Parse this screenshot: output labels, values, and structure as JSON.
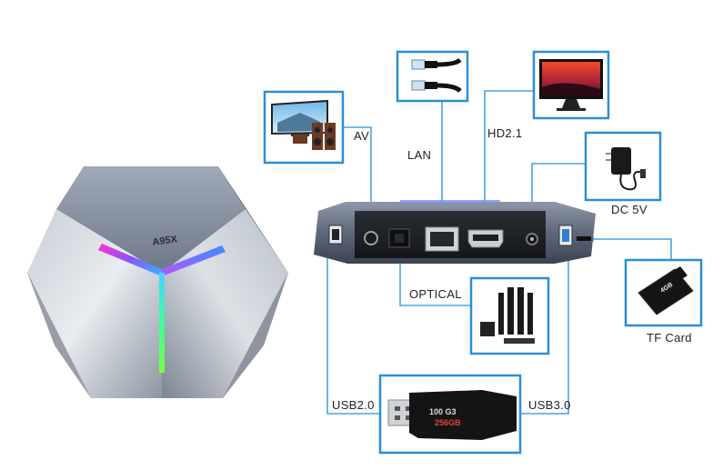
{
  "brand": {
    "top_mark": "A95X"
  },
  "ports": {
    "av": "AV",
    "lan": "LAN",
    "hdmi": "HD2.1",
    "dc": "DC 5V",
    "optical": "OPTICAL",
    "tf": "TF Card",
    "usb2": "USB2.0",
    "usb3": "USB3.0"
  },
  "usb_stick": {
    "model": "100 G3",
    "capacity": "256GB"
  },
  "sd_card": {
    "capacity": "4GB"
  },
  "colors": {
    "box_border": "#2a8fd6",
    "connector_line": "#4aa3e0",
    "lightbar": "rainbow"
  }
}
